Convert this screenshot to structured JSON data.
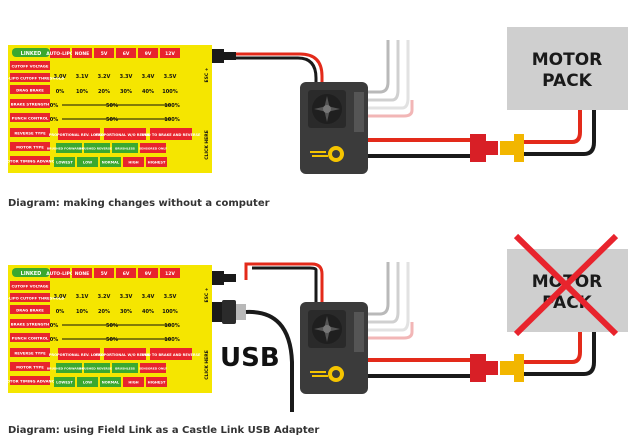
{
  "card": {
    "row_labels": [
      "CUTOFF VOLTAGE",
      "AUTO-LIPO CUTOFF THRESHOLD",
      "DRAG BRAKE",
      "BRAKE STRENGTH",
      "PUNCH CONTROL",
      "REVERSE TYPE",
      "MOTOR TYPE",
      "MOTOR TIMING ADVANCE"
    ],
    "header_chip": "LINKED",
    "col_headers": [
      "AUTO-LIPO",
      "NONE",
      "5V",
      "6V",
      "9V",
      "12V"
    ],
    "cutoff_values": [
      "3.0V",
      "3.1V",
      "3.2V",
      "3.3V",
      "3.4V",
      "3.5V"
    ],
    "drag_values": [
      "0%",
      "10%",
      "20%",
      "30%",
      "40%",
      "100%"
    ],
    "brake_ends": [
      "0%",
      "50%",
      "100%"
    ],
    "punch_ends": [
      "0%",
      "50%",
      "100%"
    ],
    "reverse_options": [
      "PROPORTIONAL REV. LOCKOUT",
      "PROPORTIONAL W/O REVERSE",
      "FWD TO BRAKE AND REVERSE"
    ],
    "motor_options": [
      "BRUSHED FORWARD ONLY",
      "BRUSHED REVERSED",
      "BRUSHLESS",
      "SENSORED ONLY"
    ],
    "timing_options": [
      "LOWEST",
      "LOW",
      "NORMAL",
      "HIGH",
      "HIGHEST"
    ],
    "side_label_top": "ESC +",
    "side_label_bottom": "CLICK HERE"
  },
  "motor_label": "MOTOR PACK",
  "usb_label": "USB",
  "captions": {
    "top": "Diagram: making changes without a computer",
    "bottom": "Diagram: using Field Link as a Castle Link USB Adapter"
  },
  "colors": {
    "card_yellow": "#f5e600",
    "label_red": "#e8242d",
    "wire_red": "#e32a1a",
    "wire_black": "#1a1a1a",
    "esc_body": "#3b3b3b",
    "motor_gray": "#cfcfcf",
    "cross_red": "#e8242d"
  }
}
